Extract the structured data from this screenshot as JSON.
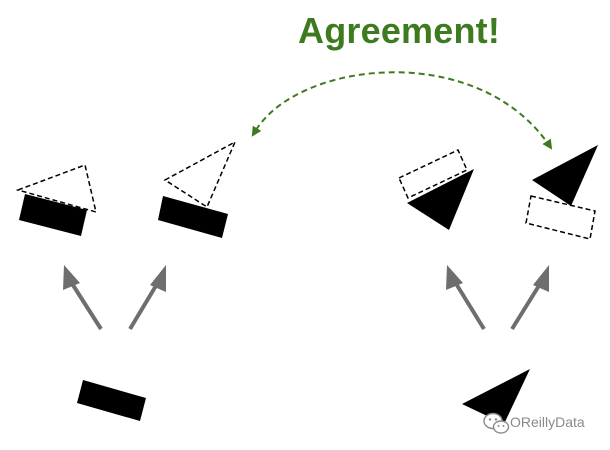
{
  "title": "Agreement!",
  "watermark": {
    "text": "OReillyData",
    "icon": "wechat-icon"
  },
  "colors": {
    "title": "#3e7a1e",
    "agreement_arrow": "#3e7a1e",
    "vote_arrow": "#6e6e6e",
    "shape_fill": "#000000",
    "dashed_outline": "#000000",
    "watermark": "#8a8a8a"
  },
  "icons": {
    "solid_rectangle": "rectangle",
    "solid_triangle": "triangle",
    "dashed_rectangle": "dashed-rectangle",
    "dashed_triangle": "dashed-triangle",
    "vote_arrow": "arrow-up",
    "agreement_arrow": "dashed-double-arrow"
  }
}
